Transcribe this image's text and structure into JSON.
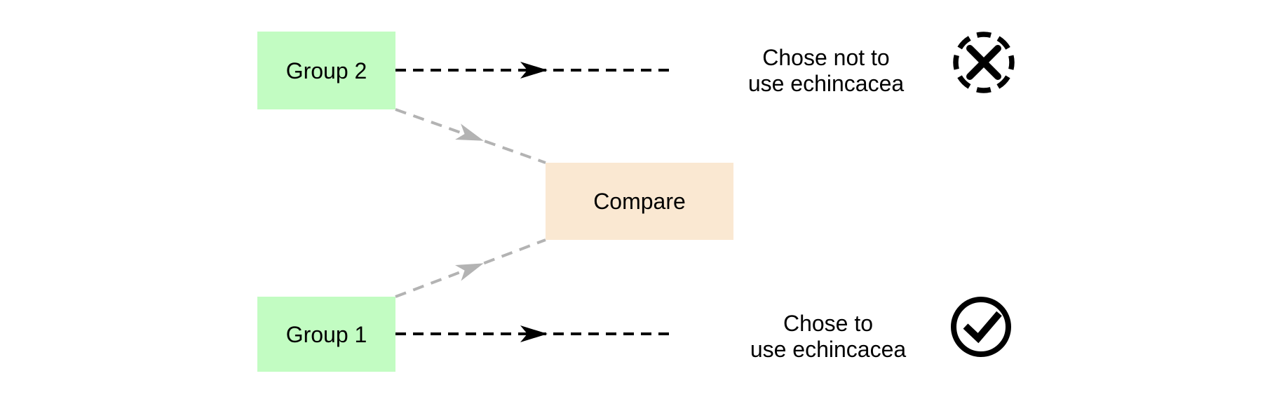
{
  "colors": {
    "background": "#ffffff",
    "node_green": "#c2fcc2",
    "node_peach": "#fae8d2",
    "edge_black": "#000000",
    "edge_gray": "#b3b3b3",
    "icon_black": "#000000",
    "text": "#000000"
  },
  "nodes": {
    "group2": {
      "label": "Group 2"
    },
    "group1": {
      "label": "Group 1"
    },
    "compare": {
      "label": "Compare"
    }
  },
  "outcomes": {
    "not_use": {
      "line1": "Chose not to",
      "line2": "use echincacea",
      "icon": "cross-circle-icon"
    },
    "use": {
      "line1": "Chose to",
      "line2": "use echincacea",
      "icon": "check-circle-icon"
    }
  }
}
